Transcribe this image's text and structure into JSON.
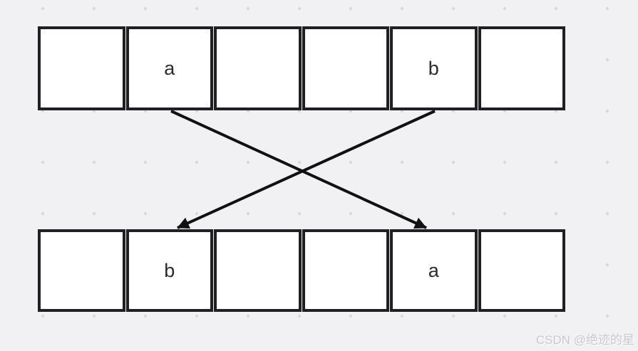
{
  "diagram": {
    "description": "swap of elements a and b between positions of two arrays",
    "top_array": {
      "cells": [
        "",
        "a",
        "",
        "",
        "b",
        ""
      ]
    },
    "bottom_array": {
      "cells": [
        "",
        "b",
        "",
        "",
        "a",
        ""
      ]
    },
    "arrows": [
      {
        "from": "top-array-cell-2-a",
        "to": "bottom-array-cell-5-a"
      },
      {
        "from": "top-array-cell-5-b",
        "to": "bottom-array-cell-2-b"
      }
    ]
  },
  "watermark": {
    "text": "CSDN @绝迹的星"
  },
  "colors": {
    "background": "#f1f1f4",
    "grid_dot": "#d9d9dc",
    "cell_fill": "#ffffff",
    "cell_border": "#202023",
    "arrow": "#111111",
    "label_text": "#2b2b2e",
    "watermark_text": "#c9c9cb"
  }
}
